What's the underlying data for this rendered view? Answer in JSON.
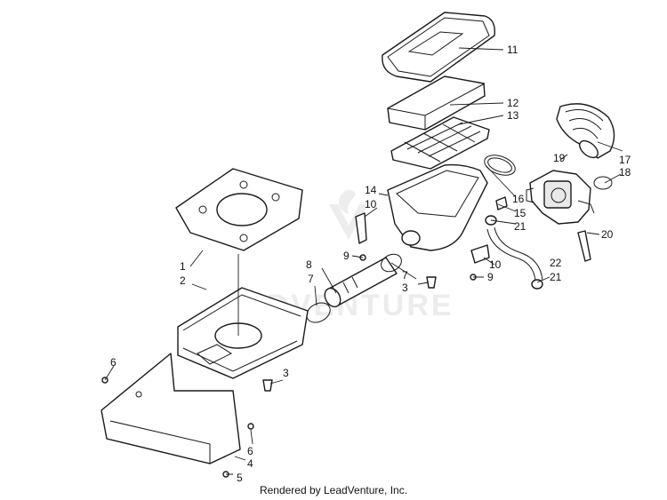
{
  "credit": "Rendered by LeadVenture, Inc.",
  "watermark": "ADVENTURE",
  "callouts": {
    "c1": "1",
    "c2": "2",
    "c3a": "3",
    "c3b": "3",
    "c4": "4",
    "c5": "5",
    "c6a": "6",
    "c6b": "6",
    "c7a": "7",
    "c7b": "7",
    "c8": "8",
    "c9a": "9",
    "c9b": "9",
    "c10a": "10",
    "c10b": "10",
    "c11": "11",
    "c12": "12",
    "c13": "13",
    "c14": "14",
    "c15": "15",
    "c16": "16",
    "c17": "17",
    "c18": "18",
    "c19": "19",
    "c20": "20",
    "c21a": "21",
    "c21b": "21",
    "c22": "22"
  }
}
